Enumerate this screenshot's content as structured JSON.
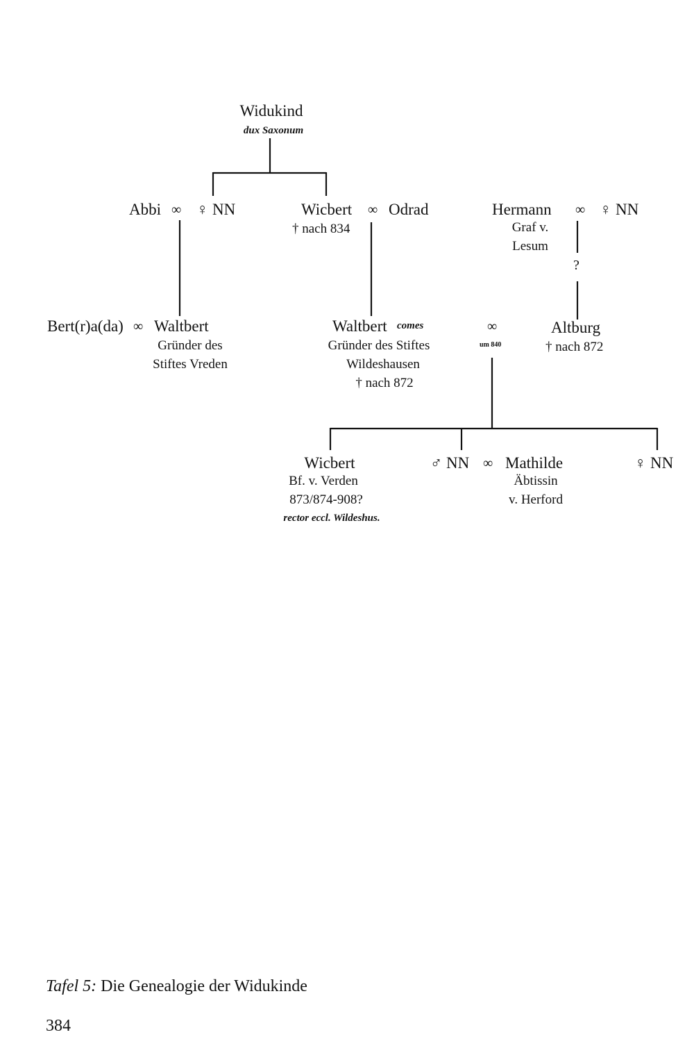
{
  "tree": {
    "root": {
      "name": "Widukind",
      "title": "dux Saxonum"
    },
    "gen1": {
      "abbi": {
        "name": "Abbi",
        "marriage": "∞",
        "spouse": "♀ NN"
      },
      "wicbert": {
        "name": "Wicbert",
        "marriage": "∞",
        "spouse": "Odrad",
        "death": "† nach 834"
      },
      "hermann": {
        "name": "Hermann",
        "marriage": "∞",
        "spouse": "♀ NN",
        "note1": "Graf v.",
        "note2": "Lesum",
        "uncertain": "?"
      }
    },
    "gen2": {
      "bertrada": {
        "name": "Bert(r)a(da)",
        "marriage": "∞",
        "spouse": "Waltbert",
        "note1": "Gründer des",
        "note2": "Stiftes Vreden"
      },
      "waltbert": {
        "name": "Waltbert",
        "title": "comes",
        "note1": "Gründer des Stiftes",
        "note2": "Wildeshausen",
        "death": "† nach 872"
      },
      "union": {
        "marriage": "∞",
        "date": "um 840"
      },
      "altburg": {
        "name": "Altburg",
        "death": "† nach 872"
      }
    },
    "gen3": {
      "wicbert2": {
        "name": "Wicbert",
        "note1": "Bf. v. Verden",
        "note2": "873/874-908?",
        "note3": "rector eccl. Wildeshus."
      },
      "son": {
        "name": "♂ NN",
        "marriage": "∞",
        "spouse": "Mathilde",
        "note1": "Äbtissin",
        "note2": "v. Herford"
      },
      "daughter": {
        "name": "♀ NN"
      }
    }
  },
  "caption": {
    "label": "Tafel 5:",
    "text": "Die Genealogie der Widukinde"
  },
  "page_number": "384"
}
